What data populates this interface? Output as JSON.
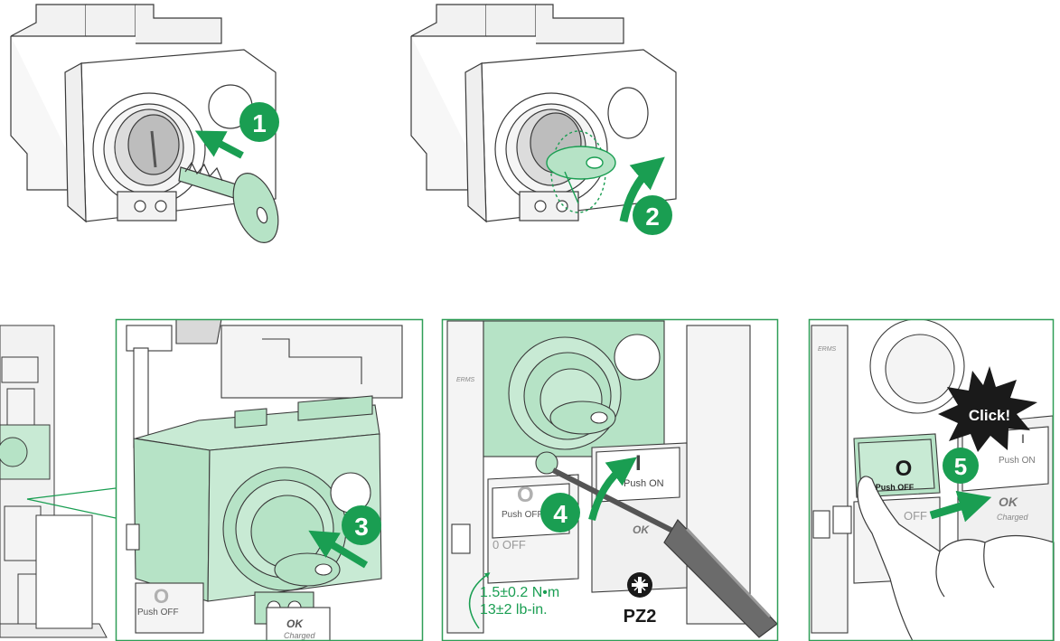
{
  "colors": {
    "accent": "#1a9e52",
    "accent_light": "#b6e3c6",
    "accent_fill": "#c8ead4",
    "line": "#3a3a3a",
    "panel_border": "#2f9e57"
  },
  "steps": [
    {
      "number": "1"
    },
    {
      "number": "2"
    },
    {
      "number": "3"
    },
    {
      "number": "4"
    },
    {
      "number": "5"
    }
  ],
  "button_labels": {
    "off_symbol": "O",
    "off_text": "Push OFF",
    "on_symbol": "I",
    "on_text": "Push ON",
    "ok": "OK",
    "charged": "Charged",
    "ok_crossed": "OK",
    "off_partial": "OFF",
    "off_small": "0 OFF",
    "erms": "ERMS"
  },
  "torque": {
    "metric": "1.5±0.2 N•m",
    "imperial": "13±2 lb-in."
  },
  "tool": {
    "bit": "PZ2",
    "icon": "pozidriv-icon"
  },
  "click_text": "Click!"
}
